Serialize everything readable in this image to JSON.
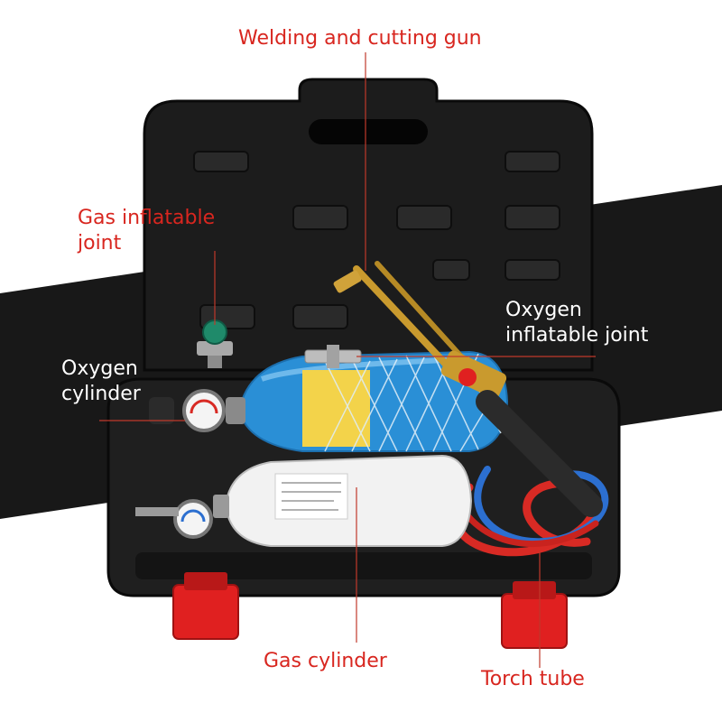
{
  "labels": {
    "gun": "Welding and cutting gun",
    "gas_joint_line1": "Gas inflatable",
    "gas_joint_line2": "joint",
    "oxygen_joint_line1": "Oxygen",
    "oxygen_joint_line2": "inflatable joint",
    "oxygen_cylinder_line1": "Oxygen",
    "oxygen_cylinder_line2": "cylinder",
    "gas_cylinder": "Gas cylinder",
    "torch_tube": "Torch tube"
  },
  "colors": {
    "label_red": "#d8261f",
    "leader_line": "#c0392b",
    "case_black": "#1a1a1a",
    "band_black": "#181818",
    "oxygen_cylinder_blue": "#2a8fd6",
    "gas_cylinder_white": "#f2f2f2",
    "latch_red": "#e02020",
    "hose_red": "#d82a24",
    "hose_blue": "#2c6fd0",
    "brass": "#c99a2e"
  }
}
